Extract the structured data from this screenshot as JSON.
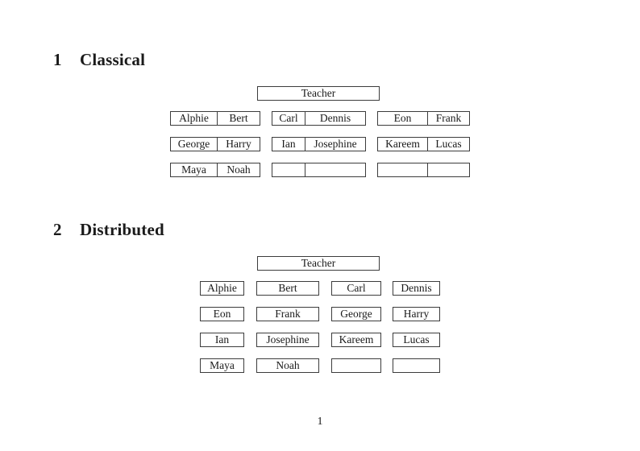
{
  "page": {
    "page_number": "1"
  },
  "colors": {
    "background": "#ffffff",
    "text": "#1a1a1a",
    "border": "#3c3c3c"
  },
  "sections": [
    {
      "number": "1",
      "title": "Classical",
      "teacher_label": "Teacher",
      "layout": "3 columns of two-seat desks, 3 rows",
      "rows": [
        [
          [
            "Alphie",
            "Bert"
          ],
          [
            "Carl",
            "Dennis"
          ],
          [
            "Eon",
            "Frank"
          ]
        ],
        [
          [
            "George",
            "Harry"
          ],
          [
            "Ian",
            "Josephine"
          ],
          [
            "Kareem",
            "Lucas"
          ]
        ],
        [
          [
            "Maya",
            "Noah"
          ],
          [
            "",
            ""
          ],
          [
            "",
            ""
          ]
        ]
      ]
    },
    {
      "number": "2",
      "title": "Distributed",
      "teacher_label": "Teacher",
      "layout": "4 columns of single desks, 4 rows",
      "rows": [
        [
          "Alphie",
          "Bert",
          "Carl",
          "Dennis"
        ],
        [
          "Eon",
          "Frank",
          "George",
          "Harry"
        ],
        [
          "Ian",
          "Josephine",
          "Kareem",
          "Lucas"
        ],
        [
          "Maya",
          "Noah",
          "",
          ""
        ]
      ]
    }
  ]
}
